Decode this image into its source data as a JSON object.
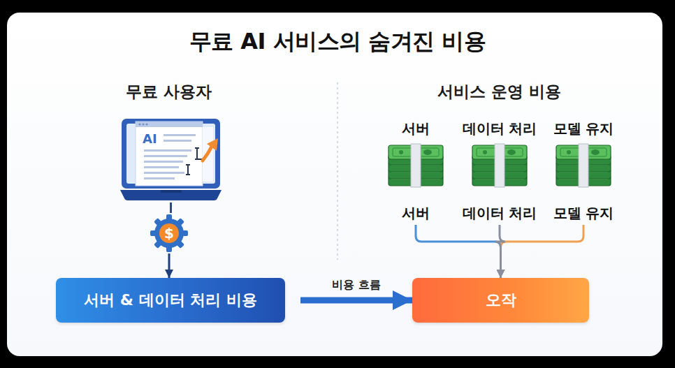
{
  "diagram": {
    "title": "무료 AI 서비스의 숨겨진 비용",
    "nodes": [
      {
        "text": [
          "AI"
        ]
      },
      {
        "text": [
          "$"
        ]
      },
      {
        "text": [
          "서버 & 데이터 처리 비용"
        ]
      },
      {
        "text": [
          "서버",
          "서버"
        ]
      },
      {
        "text": [
          "데이터 처리",
          "데이터 처리"
        ]
      },
      {
        "text": [
          "모델 유지",
          "모델 유지"
        ]
      },
      {
        "text": [
          "오작"
        ]
      }
    ],
    "edges": [
      {
        "from": 0,
        "to": 1,
        "arrow": "none"
      },
      {
        "from": 1,
        "to": 2,
        "arrow": "to"
      },
      {
        "from": 2,
        "to": 6,
        "label": "비용 흐름",
        "arrow": "to"
      },
      {
        "from": 3,
        "to": 6,
        "arrow": "to"
      },
      {
        "from": 5,
        "to": 6,
        "arrow": "to"
      },
      {
        "from": 4,
        "to": 6,
        "arrow": "to"
      }
    ],
    "labels": [
      "무료 사용자",
      "서비스 운영 비용"
    ]
  }
}
